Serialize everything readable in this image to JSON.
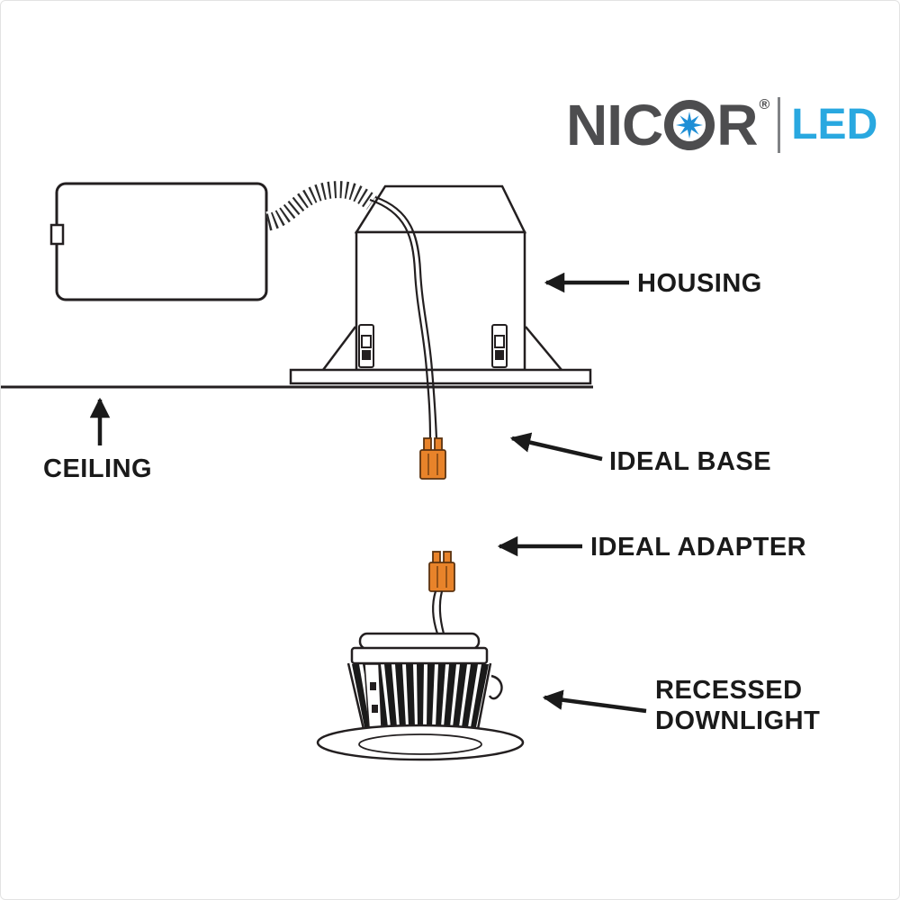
{
  "logo": {
    "part1": "NIC",
    "part2": "R",
    "registered": "®",
    "sub": "LED",
    "brand_color": "#4d4d4f",
    "accent_color": "#29a8e0"
  },
  "diagram": {
    "labels": {
      "housing": "HOUSING",
      "ceiling": "CEILING",
      "ideal_base": "IDEAL BASE",
      "ideal_adapter": "IDEAL ADAPTER",
      "recessed_line1": "RECESSED",
      "recessed_line2": "DOWNLIGHT"
    },
    "colors": {
      "line": "#231f20",
      "connector_orange": "#e8832a",
      "connector_outline": "#5b3310",
      "arrow": "#1a1a1a",
      "fin_black": "#1a1a1a"
    }
  }
}
